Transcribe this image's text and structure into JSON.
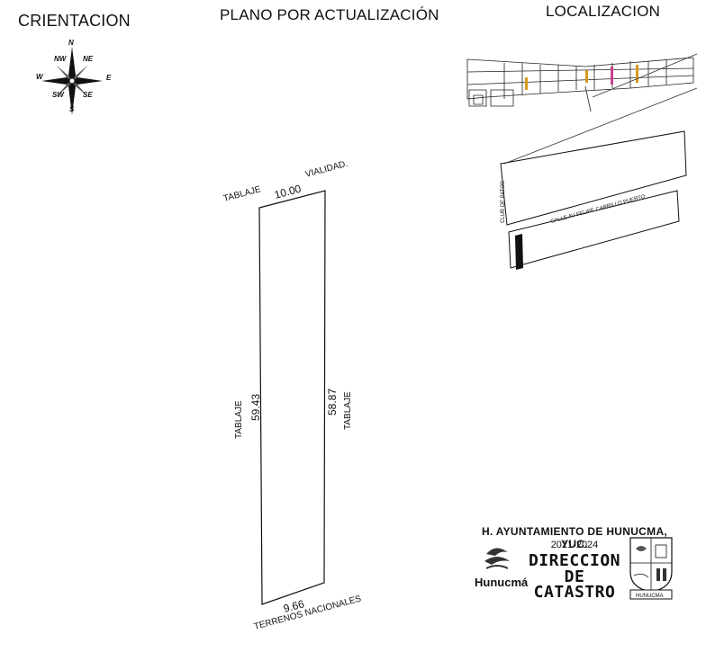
{
  "headings": {
    "orientation": "CRIENTACION",
    "plan": "PLANO POR ACTUALIZACIÓN",
    "location": "LOCALIZACION"
  },
  "compass": {
    "north": "N",
    "south": "S",
    "east": "E",
    "west": "W",
    "northwest": "NW",
    "northeast": "NE",
    "southwest": "SW",
    "southeast": "SE"
  },
  "plan": {
    "label_top_left": "TABLAJE",
    "label_top_right": "VIALIDAD.",
    "top_length": "10.00",
    "left_length": "59.43",
    "left_label": "TABLAJE",
    "right_length": "58.87",
    "right_label": "TABLAJE",
    "bottom_length": "9.66",
    "bottom_label": "TERRENOS NACIONALES"
  },
  "location_map": {
    "street_label": "CALLE AV FELIPE CARRILLO PUERTO",
    "side_label": "CLUB DE PATOS"
  },
  "emblem": {
    "title": "H. AYUNTAMIENTO DE HUNUCMA, YUC.",
    "years": "2021-2024",
    "department_line1": "DIRECCION",
    "department_line2": "DE",
    "department_line3": "CATASTRO",
    "municipality_logo": "Hunucmá",
    "seal_caption": "HUNUCMA"
  },
  "colors": {
    "ink": "#111111",
    "map_highlight_orange": "#d89a1e",
    "map_highlight_pink": "#c8408a"
  }
}
